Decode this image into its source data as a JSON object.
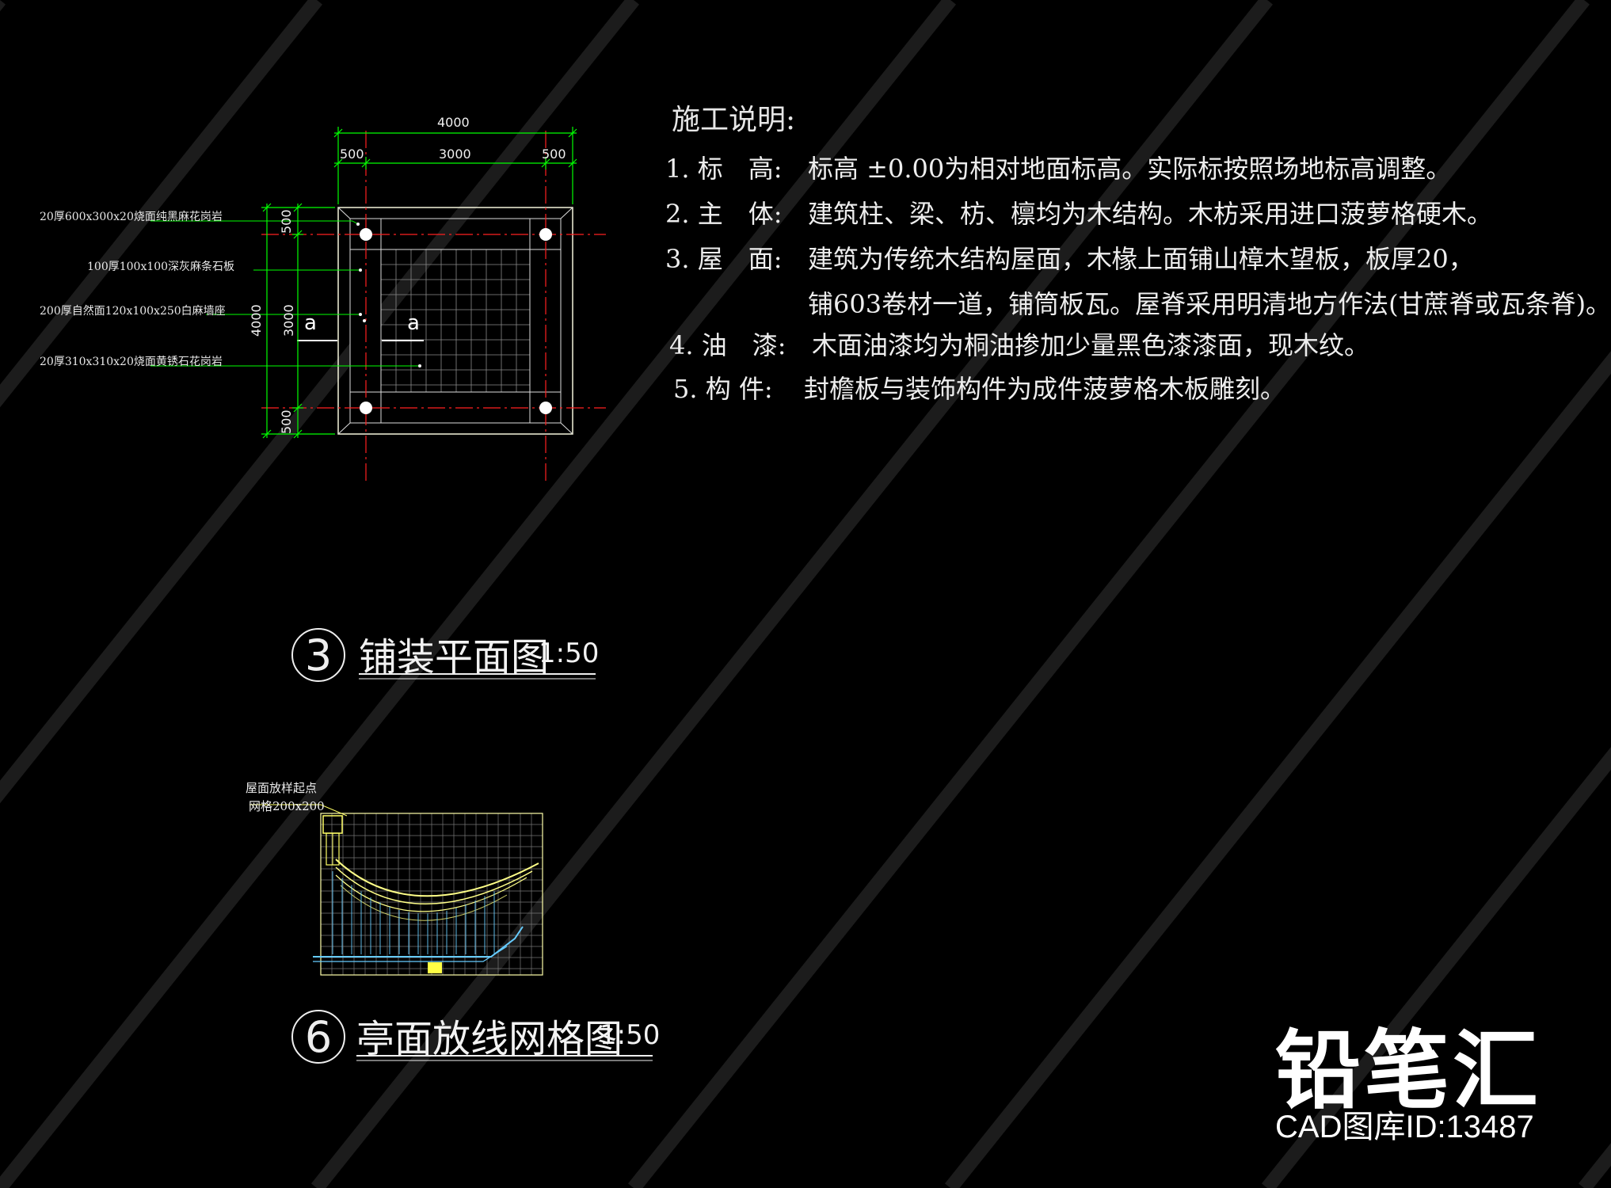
{
  "notes": {
    "title": "施工说明:",
    "items": [
      {
        "label": "1. 标　高:",
        "text": "标高 ±0.00为相对地面标高。实际标按照场地标高调整。"
      },
      {
        "label": "2. 主　体:",
        "text": "建筑柱、梁、枋、檩均为木结构。木枋采用进口菠萝格硬木。"
      },
      {
        "label": "3. 屋　面:",
        "text": "建筑为传统木结构屋面，木椽上面铺山樟木望板，板厚20，"
      },
      {
        "label": "",
        "text": "铺603卷材一道，铺筒板瓦。屋脊采用明清地方作法(甘蔗脊或瓦条脊)。"
      },
      {
        "label": "4. 油　漆:",
        "text": "木面油漆均为桐油掺加少量黑色漆漆面，现木纹。"
      },
      {
        "label": "5. 构 件:",
        "text": "封檐板与装饰构件为成件菠萝格木板雕刻。"
      }
    ]
  },
  "paving_plan": {
    "dims_top": {
      "total": "4000",
      "left": "500",
      "middle": "3000",
      "right": "500"
    },
    "dims_left": {
      "top": "500",
      "middle": "3000",
      "bottom": "500",
      "total": "4000"
    },
    "section_mark": "a",
    "leader_labels": [
      "20厚600x300x20烧面纯黑麻花岗岩",
      "100厚100x100深灰麻条石板",
      "200厚自然面120x100x250白麻墙座",
      "20厚310x310x20烧面黄锈石花岗岩"
    ],
    "title_number": "3",
    "title": "铺装平面图",
    "scale": "1:50"
  },
  "roof_grid": {
    "label_1": "屋面放样起点",
    "label_2": "网格200x200",
    "title_number": "6",
    "title": "亭面放线网格图",
    "scale": "1:50"
  },
  "watermark": {
    "brand": "铅笔汇",
    "id_text": "CAD图库ID:13487"
  },
  "colors": {
    "background": "#000000",
    "dimension_green": "#00ff00",
    "axis_red": "#ff2020",
    "grid_gray": "#9a9a9a",
    "roof_cyan": "#66ccff",
    "roof_yellow": "#ffff66"
  }
}
